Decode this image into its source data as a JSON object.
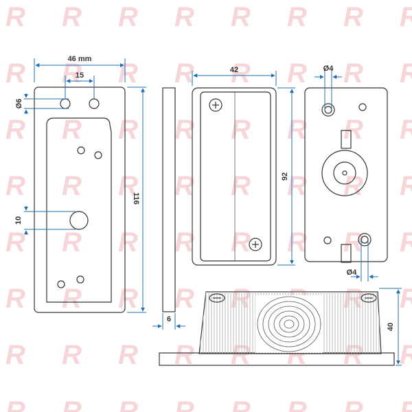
{
  "watermark": {
    "letter": "R",
    "color": "#f6d6d9"
  },
  "colors": {
    "outline": "#333333",
    "dimension": "#1f6fb5"
  },
  "dimensions": {
    "overall_width": "46 mm",
    "hole_spacing": "15",
    "hole_diameter_top": "Ø6",
    "overall_height": "116",
    "center_hole": "10",
    "thickness": "6",
    "lens_width": "42",
    "lens_height": "92",
    "back_hole_top": "Ø4",
    "back_hole_bottom": "Ø4",
    "side_height": "40"
  },
  "icons": [
    "screw-icon",
    "lens-pattern-icon"
  ]
}
